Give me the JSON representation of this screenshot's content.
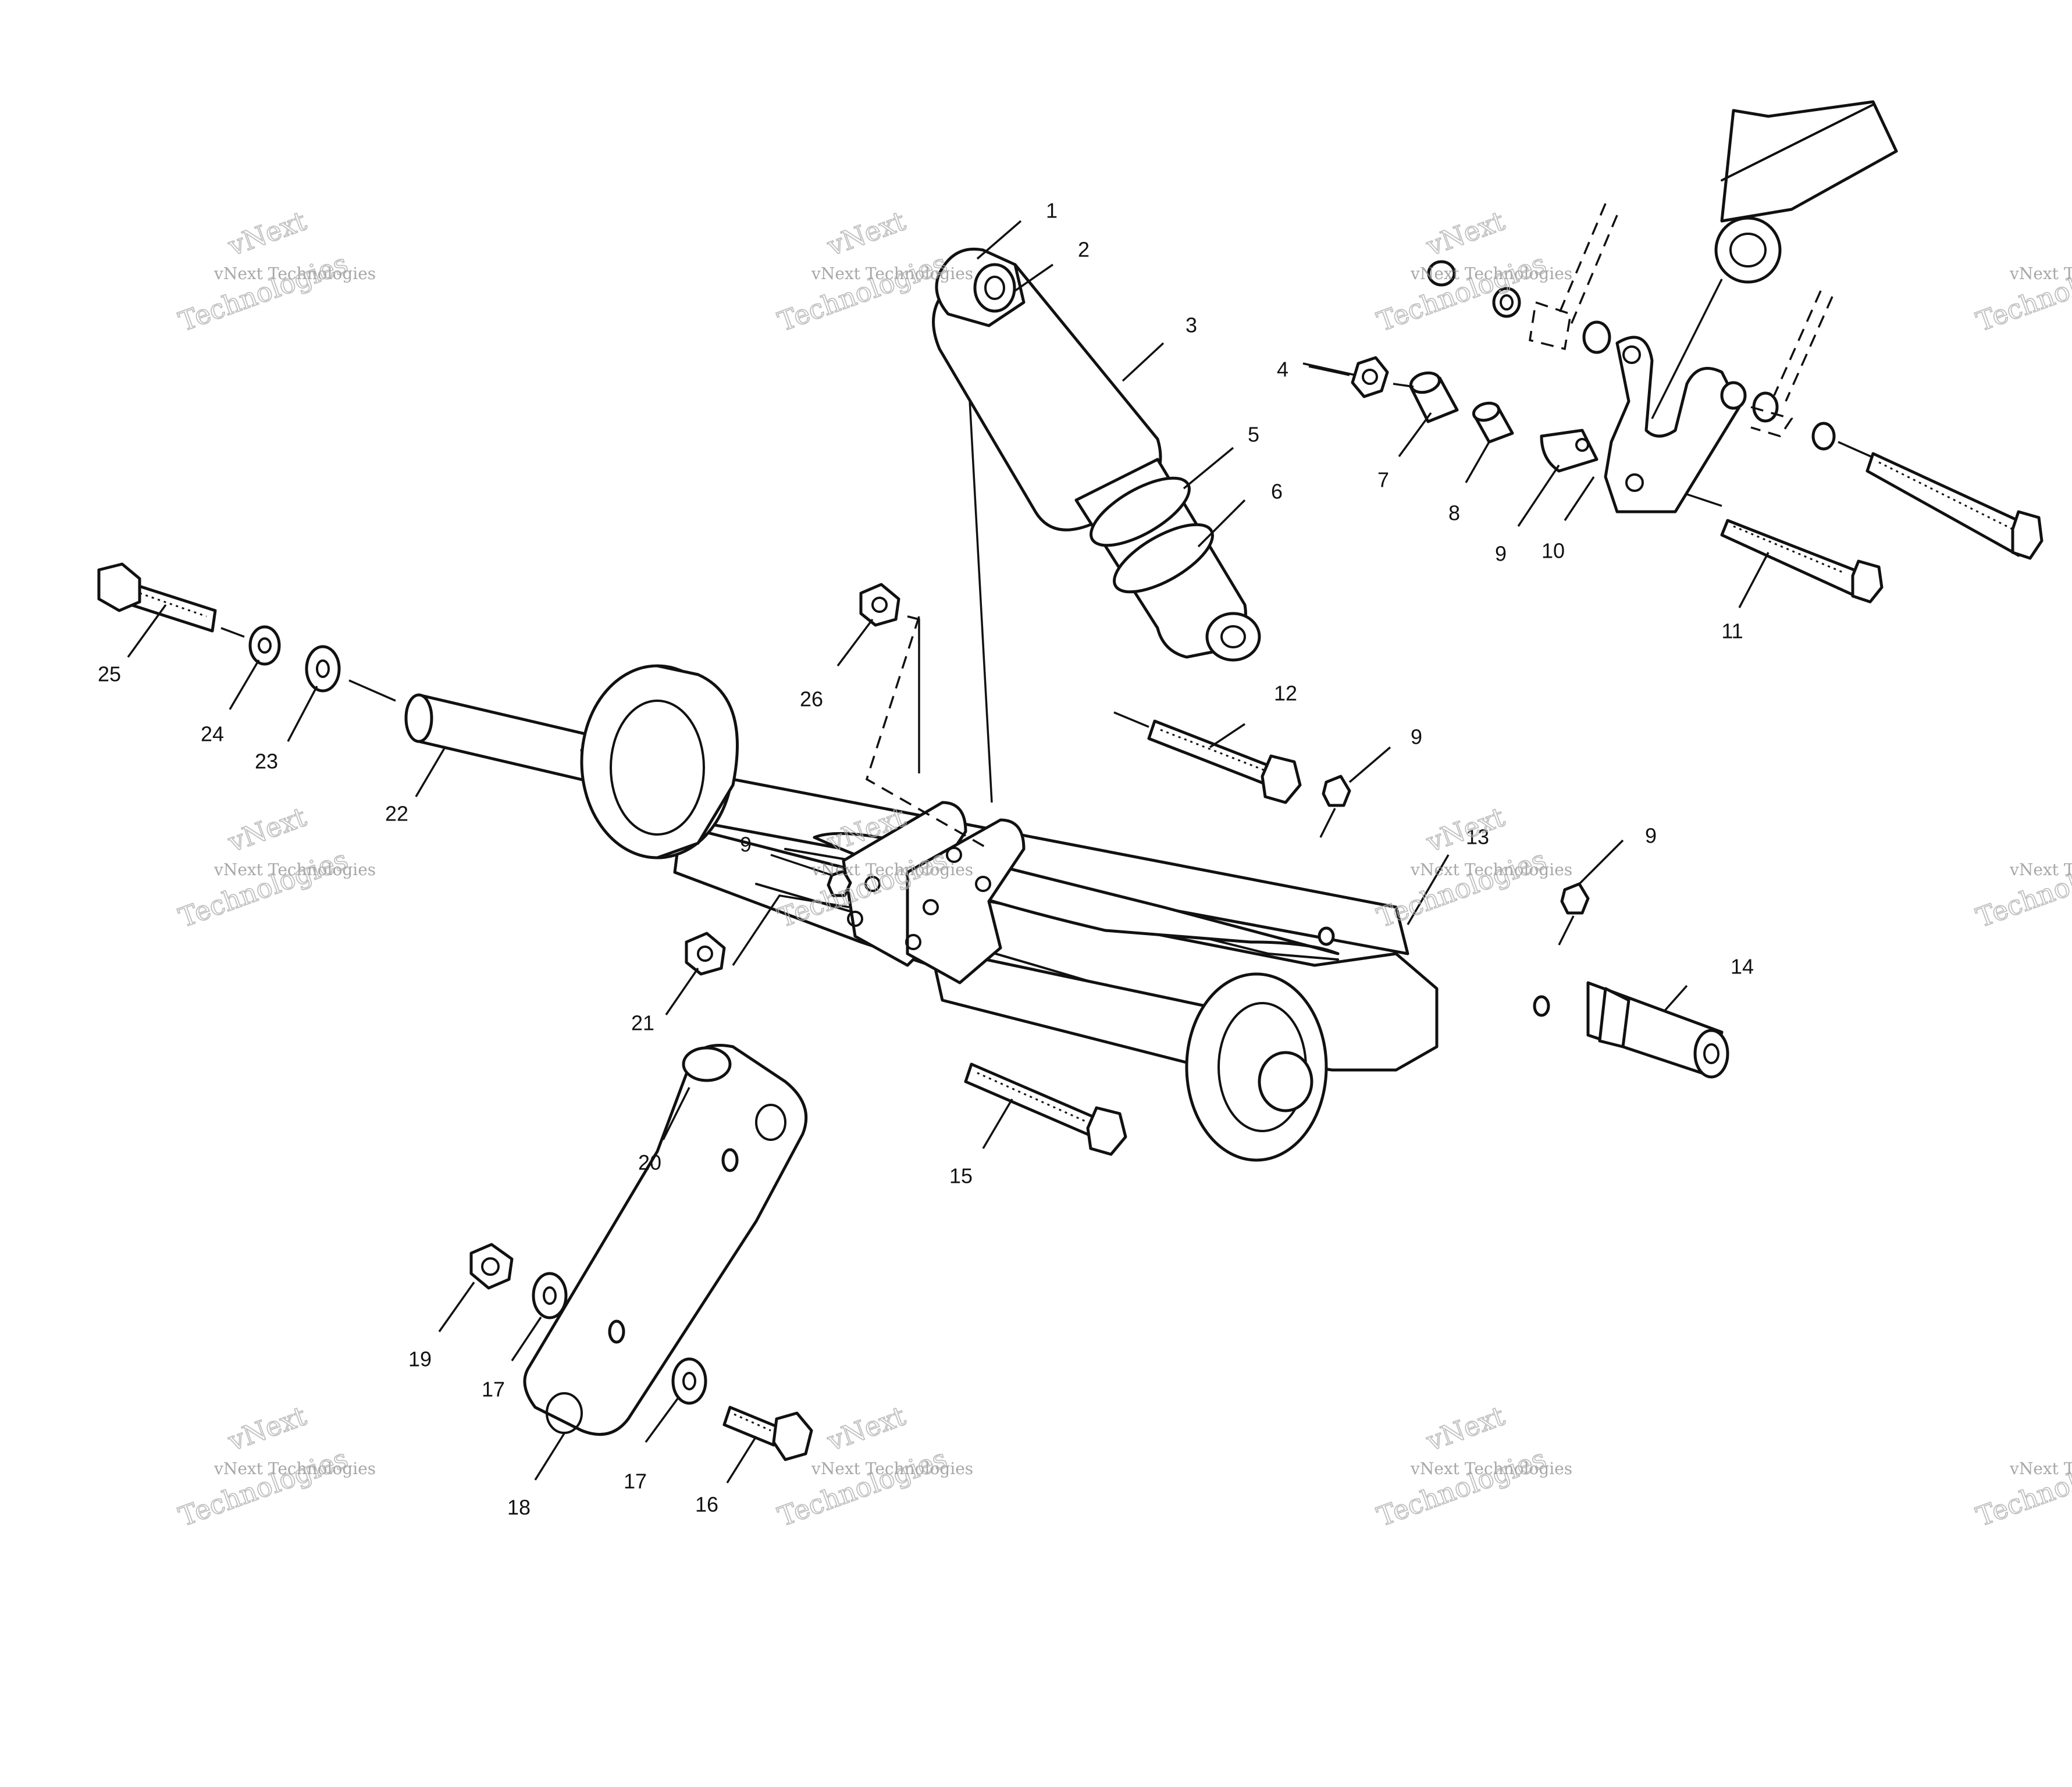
{
  "watermark": {
    "line1": "vNext Technologies",
    "line2": "vNext",
    "line3": "Technologies"
  },
  "callouts": {
    "c1": "1",
    "c2": "2",
    "c3": "3",
    "c4": "4",
    "c5": "5",
    "c6": "6",
    "c7": "7",
    "c8": "8",
    "c9a": "9",
    "c10": "10",
    "c11": "11",
    "c12": "12",
    "c9b": "9",
    "c13": "13",
    "c9c": "9",
    "c14": "14",
    "c9d": "9",
    "c26": "26",
    "c25": "25",
    "c24": "24",
    "c23": "23",
    "c22": "22",
    "c21": "21",
    "c15": "15",
    "c20": "20",
    "c19": "19",
    "c17a": "17",
    "c17b": "17",
    "c16": "16",
    "c18": "18"
  }
}
